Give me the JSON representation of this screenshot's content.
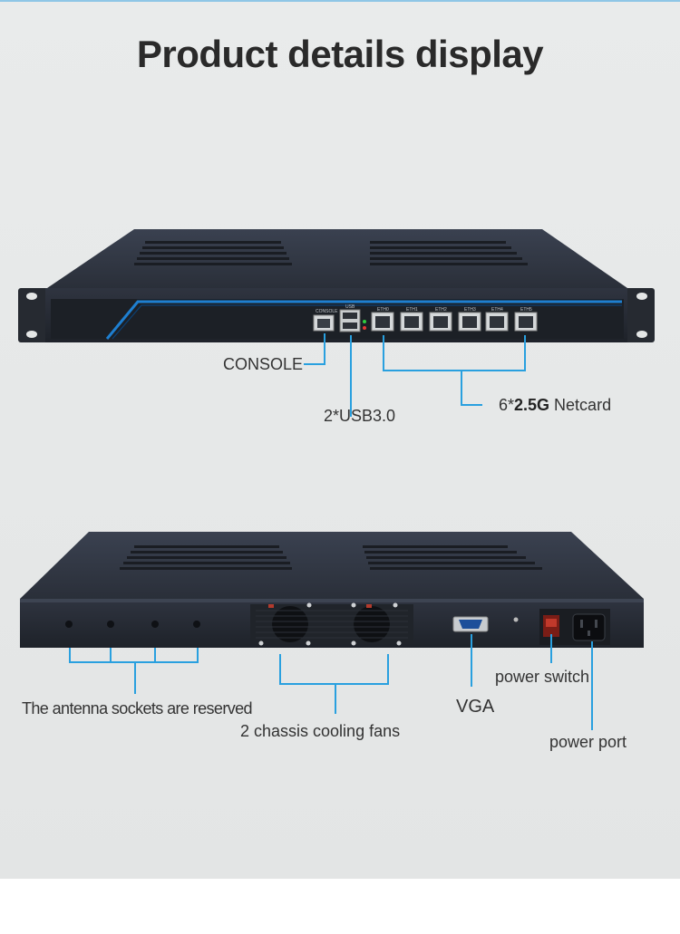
{
  "header": {
    "title": "Product details display"
  },
  "front": {
    "port_tags": [
      "CONSOLE",
      "USB",
      "ETH0",
      "ETH1",
      "ETH2",
      "ETH3",
      "ETH4",
      "ETH5"
    ],
    "console_label": "CONSOLE",
    "usb_label": "2*USB3.0",
    "netcard_prefix": "6*",
    "netcard_bold": "2.5G",
    "netcard_suffix": " Netcard"
  },
  "rear": {
    "antenna_label": "The antenna sockets are reserved",
    "fans_label": "2 chassis cooling fans",
    "vga_label": "VGA",
    "switch_label": "power switch",
    "port_label": "power port"
  },
  "colors": {
    "callout_line": "#29a0df",
    "chassis": "#2b3038",
    "accent": "#1e7fd0"
  }
}
